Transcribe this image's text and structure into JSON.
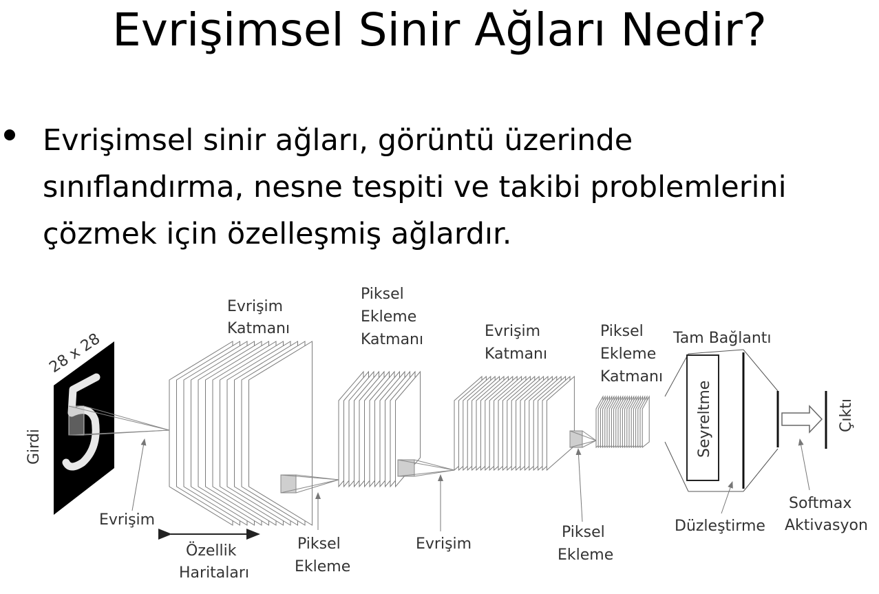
{
  "title": "Evrişimsel Sinir Ağları Nedir?",
  "bullet": {
    "lines": [
      "Evrişimsel sinir ağları, görüntü üzerinde",
      "sınıflandırma, nesne tespiti ve takibi problemlerini",
      "çözmek için özelleşmiş ağlardır."
    ]
  },
  "diagram": {
    "input_size": "28 x 28",
    "input_label": "Girdi",
    "conv1_top": [
      "Evrişim",
      "Katmanı"
    ],
    "conv1_bottom": "Evrişim",
    "feature_maps": [
      "Özellik",
      "Haritaları"
    ],
    "pool1_top": [
      "Piksel",
      "Ekleme",
      "Katmanı"
    ],
    "pool1_bottom": [
      "Piksel",
      "Ekleme"
    ],
    "conv2_top": [
      "Evrişim",
      "Katmanı"
    ],
    "conv2_bottom": "Evrişim",
    "pool2_top": [
      "Piksel",
      "Ekleme",
      "Katmanı"
    ],
    "pool2_bottom": [
      "Piksel",
      "Ekleme"
    ],
    "fc_top": "Tam Bağlantı",
    "dropout": "Seyreltme",
    "flatten": "Düzleştirme",
    "softmax": [
      "Softmax",
      "Aktivasyon"
    ],
    "output": "Çıktı"
  }
}
